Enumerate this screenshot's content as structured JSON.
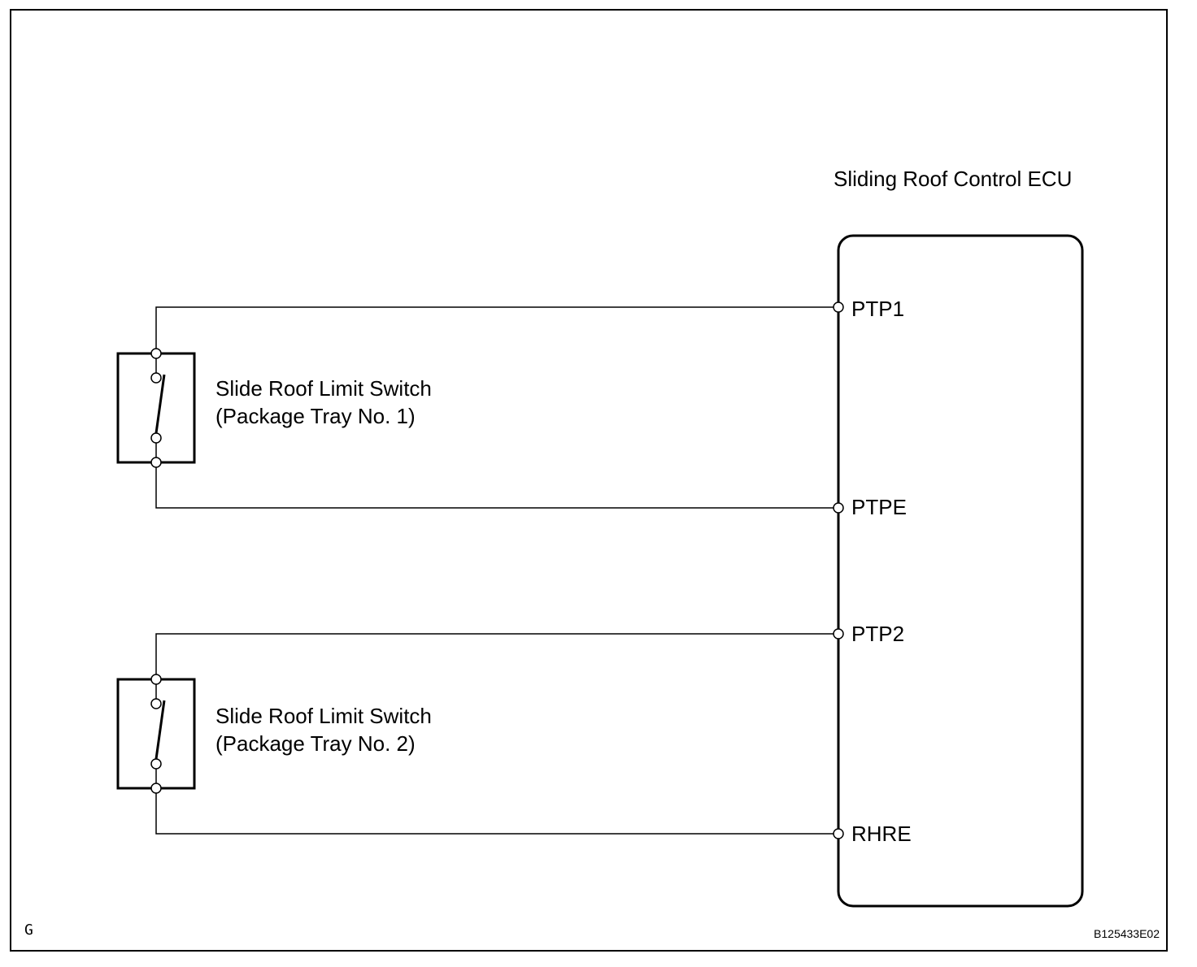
{
  "ecu": {
    "title": "Sliding Roof Control ECU"
  },
  "terminals": {
    "ptp1": "PTP1",
    "ptpe": "PTPE",
    "ptp2": "PTP2",
    "rhre": "RHRE"
  },
  "switch1": {
    "line1": "Slide Roof Limit Switch",
    "line2": "(Package Tray No. 1)"
  },
  "switch2": {
    "line1": "Slide Roof Limit Switch",
    "line2": "(Package Tray No. 2)"
  },
  "footer": {
    "left_mark": "G",
    "figure_id": "B125433E02"
  }
}
